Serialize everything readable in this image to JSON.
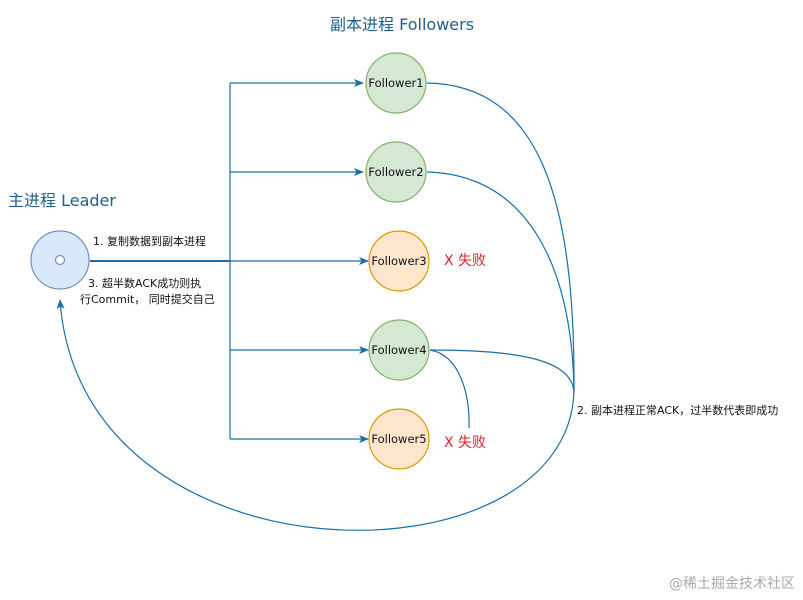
{
  "titles": {
    "followers_title": "副本进程  Followers",
    "leader_title": "主进程 Leader"
  },
  "nodes": [
    {
      "label": "Follower1",
      "status": "ok"
    },
    {
      "label": "Follower2",
      "status": "ok"
    },
    {
      "label": "Follower3",
      "status": "failed"
    },
    {
      "label": "Follower4",
      "status": "ok"
    },
    {
      "label": "Follower5",
      "status": "failed"
    }
  ],
  "failure_label": "X  失败",
  "steps": {
    "step1": "1. 复制数据到副本进程",
    "step2": "2. 副本进程正常ACK，过半数代表即成功",
    "step3_line1": "3. 超半数ACK成功则执",
    "step3_line2": "行Commit， 同时提交自己"
  },
  "watermark": "@稀土掘金技术社区",
  "colors": {
    "arrow": "#1a6fa8",
    "leader_fill": "#dae8fc",
    "leader_stroke": "#6c8ebf",
    "ok_fill": "#d5e8d4",
    "ok_stroke": "#82b366",
    "fail_fill": "#ffe6cc",
    "fail_stroke": "#d79b00",
    "fail_text": "#e0202a",
    "title": "#1f5f8b"
  }
}
